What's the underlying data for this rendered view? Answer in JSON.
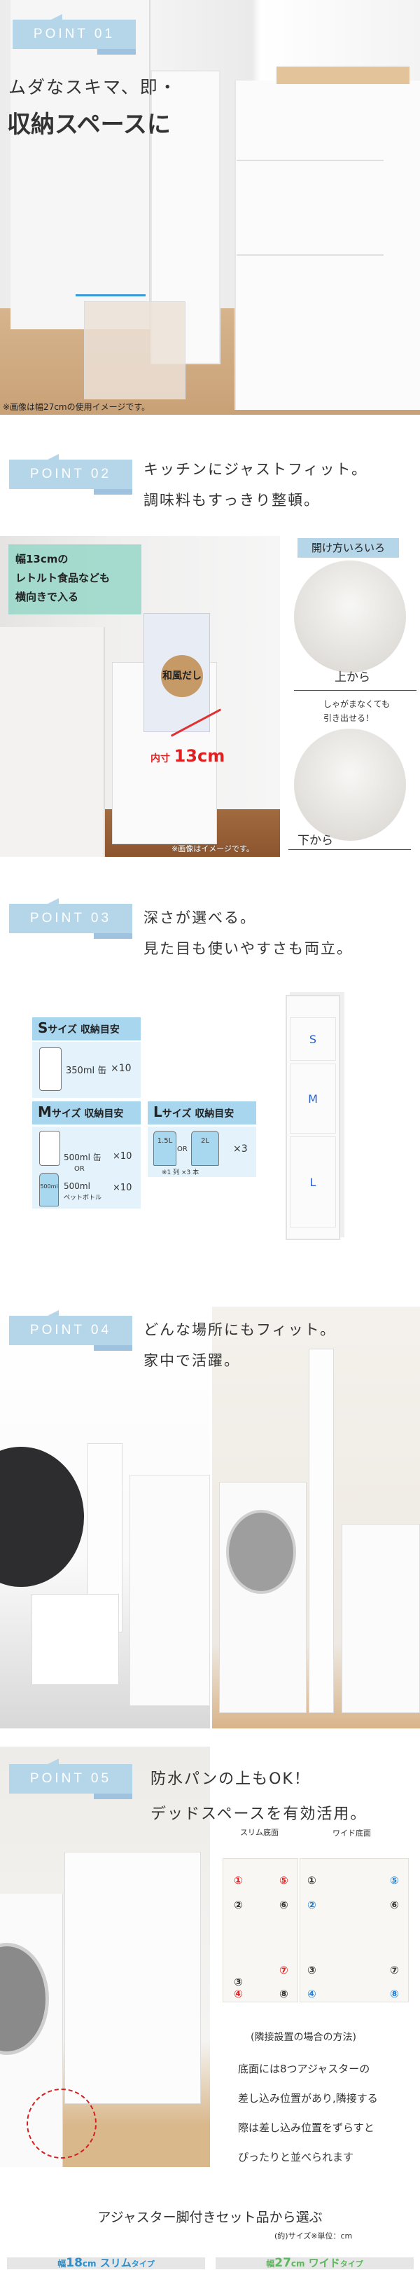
{
  "point01": {
    "badge": "POINT 01",
    "line1": "ムダなスキマ、即・",
    "line2": "収納スペースに",
    "caption": "※画像は幅27cmの使用イメージです。"
  },
  "point02": {
    "badge": "POINT 02",
    "line1": "キッチンにジャストフィット。",
    "line2": "調味料もすっきり整頓。",
    "callout": [
      "幅13cmの",
      "レトルト食品なども",
      "横向きで入る"
    ],
    "dim_label": "内寸",
    "dim_value": "13cm",
    "caption": "※画像はイメージです。",
    "open_title": "開け方いろいろ",
    "from_top": "上から",
    "note": [
      "しゃがまなくても",
      "引き出せる！"
    ],
    "from_bottom": "下から",
    "package": "和風だし"
  },
  "point03": {
    "badge": "POINT 03",
    "line1": "深さが選べる。",
    "line2": "見た目も使いやすさも両立。",
    "s": {
      "header_size": "S",
      "header": "サイズ 収納目安",
      "item": "350ml 缶",
      "count": "×10"
    },
    "m": {
      "header_size": "M",
      "header": "サイズ 収納目安",
      "item1": "500ml 缶",
      "count1": "×10",
      "or": "OR",
      "bottle_label": "500ml",
      "item2": "500ml",
      "item2_sub": "ペットボトル",
      "count2": "×10"
    },
    "l": {
      "header_size": "L",
      "header": "サイズ 収納目安",
      "b1": "1.5L",
      "b2": "2L",
      "or": "OR",
      "count": "×3",
      "note": "※1 列 ×3 本"
    },
    "drawers": [
      "S",
      "M",
      "L"
    ]
  },
  "point04": {
    "badge": "POINT 04",
    "line1": "どんな場所にもフィット。",
    "line2": "家中で活躍。"
  },
  "point05": {
    "badge": "POINT 05",
    "line1": "防水パンの上もOK！",
    "line2": "デッドスペースを有効活用。",
    "slim_label": "スリム底面",
    "wide_label": "ワイド底面",
    "nums": [
      "①",
      "②",
      "③",
      "④",
      "⑤",
      "⑥",
      "⑦",
      "⑧"
    ],
    "method": "(隣接設置の場合の方法)",
    "para": [
      "底面には8つアジャスターの",
      "差し込み位置があり,隣接する",
      "際は差し込み位置をずらすと",
      "ぴったりと並べられます"
    ]
  },
  "select": {
    "title": "アジャスター脚付きセット品から選ぶ",
    "unit": "(約)サイズ※単位：cm",
    "slim": {
      "prefix": "幅",
      "size": "18",
      "unit": "cm",
      "name": "スリム",
      "suffix": "タイプ"
    },
    "wide": {
      "prefix": "幅",
      "size": "27",
      "unit": "cm",
      "name": "ワイド",
      "suffix": "タイプ"
    }
  },
  "colors": {
    "badge": "#b5d5e8",
    "slim": "#2a8fd0",
    "wide": "#5cb85c",
    "red": "#e02020",
    "blue": "#2a7fd0"
  }
}
